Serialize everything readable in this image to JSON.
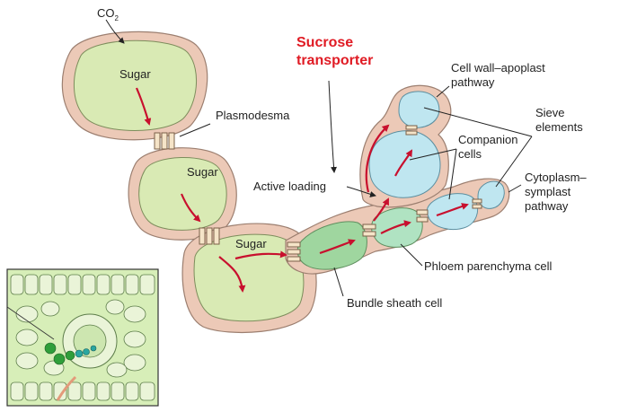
{
  "labels": {
    "co2_main": "CO",
    "co2_sub": "2",
    "sugar_1": "Sugar",
    "sugar_2": "Sugar",
    "sugar_3": "Sugar",
    "plasmodesma": "Plasmodesma",
    "sucrose_line1": "Sucrose",
    "sucrose_line2": "transporter",
    "active_loading": "Active loading",
    "cell_wall_line1": "Cell wall–apoplast",
    "cell_wall_line2": "pathway",
    "sieve_line1": "Sieve",
    "sieve_line2": "elements",
    "companion_line1": "Companion",
    "companion_line2": "cells",
    "cytoplasm_line1": "Cytoplasm–",
    "cytoplasm_line2": "symplast",
    "cytoplasm_line3": "pathway",
    "phloem_parenchyma": "Phloem parenchyma cell",
    "bundle_sheath": "Bundle sheath cell"
  },
  "colors": {
    "cell_wall": "#ecc9b7",
    "cell_wall_edge": "#9c7f70",
    "mesophyll_fill": "#d9eab4",
    "bundle_fill": "#9fd69f",
    "companion_fill": "#b0e3c2",
    "sieve_fill": "#bfe6f0",
    "arrow": "#c8102e",
    "label_red": "#e01b24",
    "inset_bg": "#d7eeb8"
  }
}
